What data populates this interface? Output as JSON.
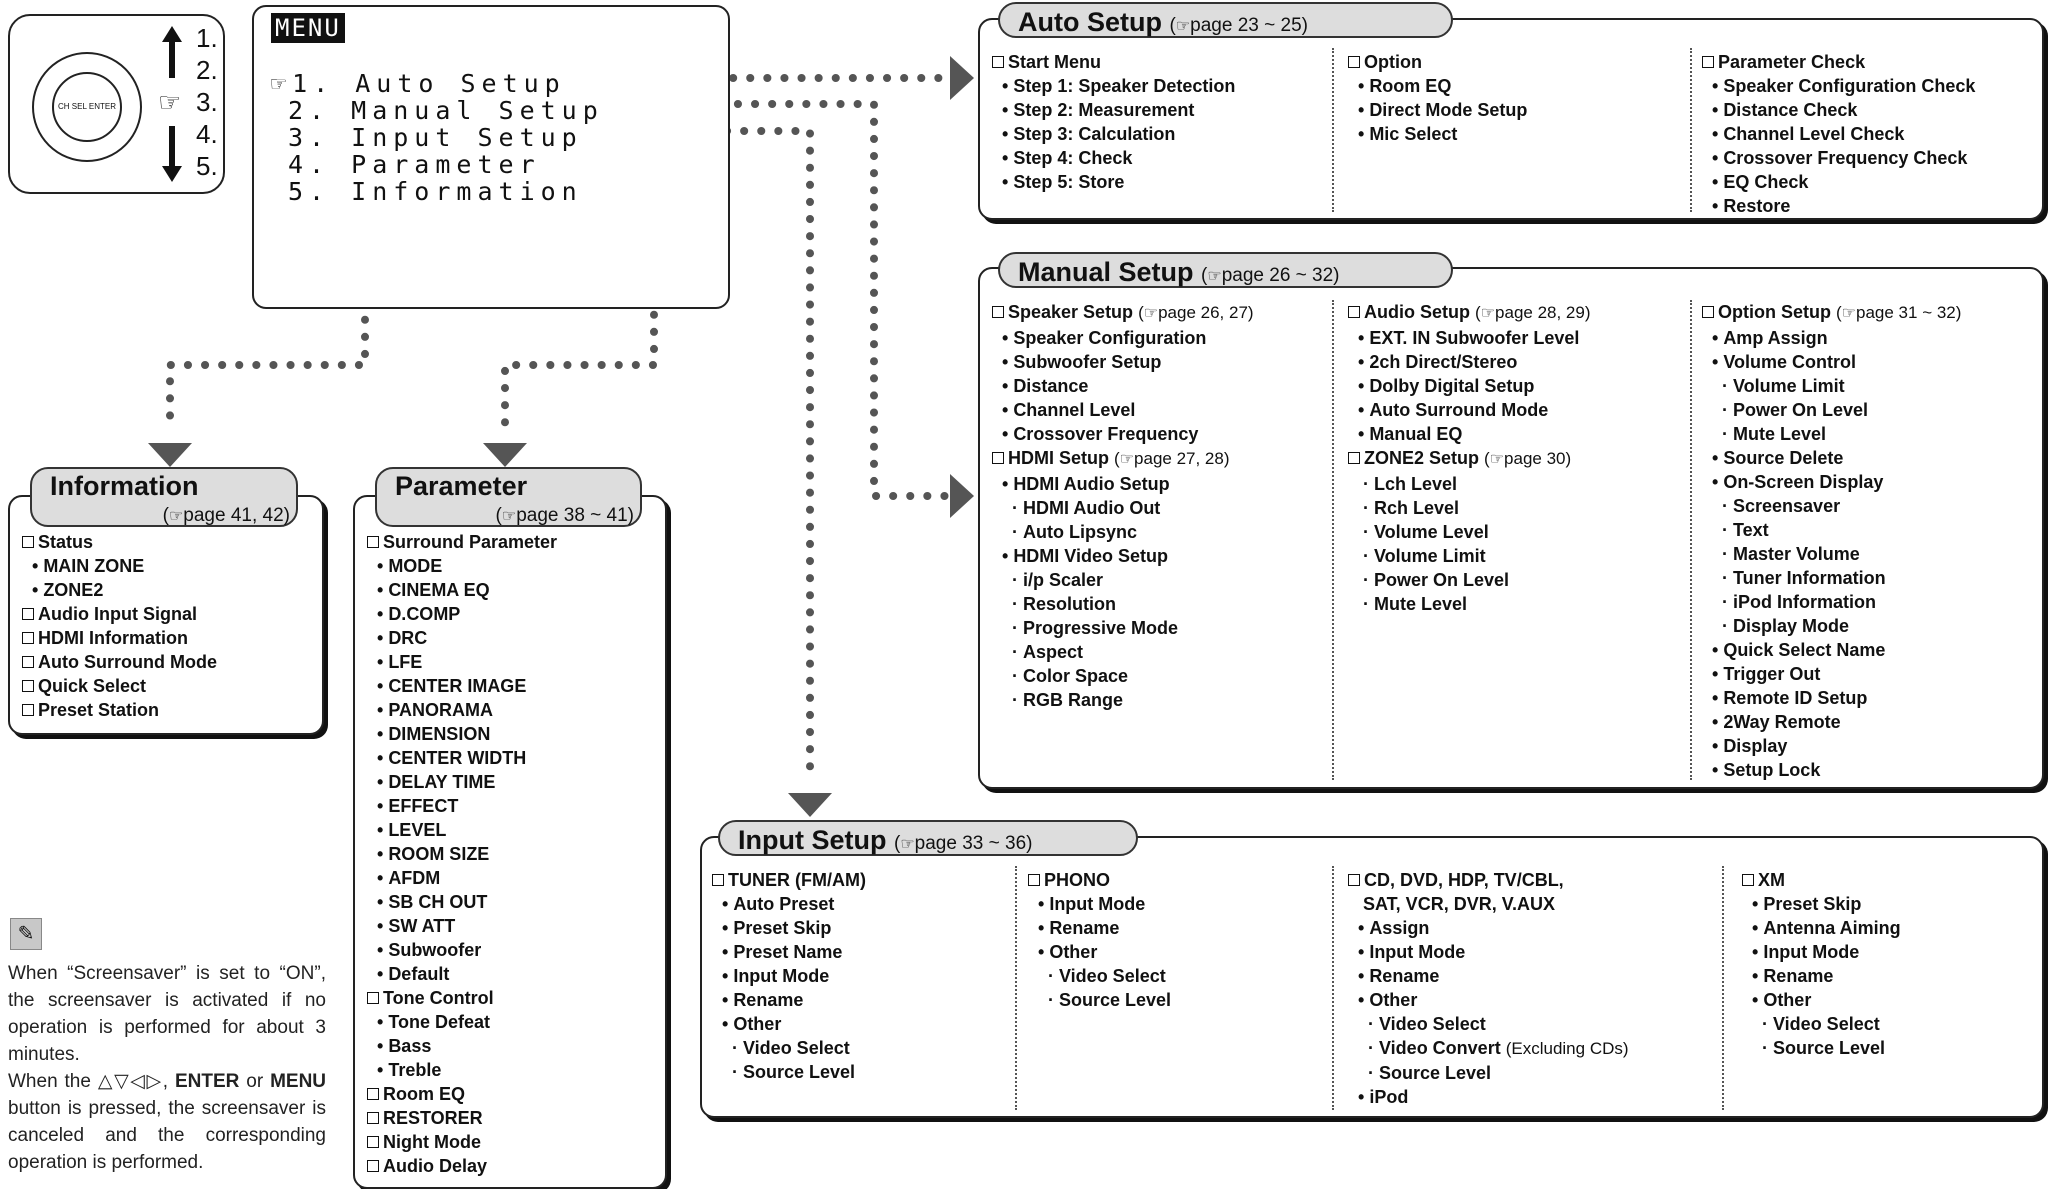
{
  "remote": {
    "dial_label": "CH SEL ENTER",
    "numbers": [
      "1.",
      "2.",
      "3.",
      "4.",
      "5."
    ]
  },
  "menu": {
    "title": "MENU",
    "items": [
      "1. Auto Setup",
      "2. Manual Setup",
      "3. Input Setup",
      "4. Parameter",
      "5. Information"
    ]
  },
  "auto_setup": {
    "title": "Auto Setup",
    "page": "page 23 ~ 25",
    "col1": {
      "header": "Start Menu",
      "items": [
        "Step 1: Speaker Detection",
        "Step 2: Measurement",
        "Step 3: Calculation",
        "Step 4: Check",
        "Step 5: Store"
      ]
    },
    "col2": {
      "header": "Option",
      "items": [
        "Room EQ",
        "Direct Mode Setup",
        "Mic Select"
      ]
    },
    "col3": {
      "header": "Parameter Check",
      "items": [
        "Speaker Configuration Check",
        "Distance Check",
        "Channel Level Check",
        "Crossover Frequency Check",
        "EQ Check",
        "Restore"
      ]
    }
  },
  "manual_setup": {
    "title": "Manual Setup",
    "page": "page 26 ~ 32",
    "speaker": {
      "header": "Speaker Setup",
      "page": "page 26, 27",
      "items": [
        "Speaker Configuration",
        "Subwoofer Setup",
        "Distance",
        "Channel Level",
        "Crossover Frequency"
      ]
    },
    "hdmi": {
      "header": "HDMI Setup",
      "page": "page 27, 28",
      "audio": "HDMI Audio Setup",
      "audio_items": [
        "HDMI Audio Out",
        "Auto Lipsync"
      ],
      "video": "HDMI Video Setup",
      "video_items": [
        "i/p Scaler",
        "Resolution",
        "Progressive Mode",
        "Aspect",
        "Color Space",
        "RGB Range"
      ]
    },
    "audio": {
      "header": "Audio Setup",
      "page": "page 28, 29",
      "items": [
        "EXT. IN Subwoofer Level",
        "2ch Direct/Stereo",
        "Dolby Digital Setup",
        "Auto Surround Mode",
        "Manual EQ"
      ]
    },
    "zone2": {
      "header": "ZONE2 Setup",
      "page": "page 30",
      "items": [
        "Lch Level",
        "Rch Level",
        "Volume Level",
        "Volume Limit",
        "Power On Level",
        "Mute Level"
      ]
    },
    "option": {
      "header": "Option Setup",
      "page": "page 31 ~ 32",
      "amp": "Amp Assign",
      "volume": "Volume Control",
      "volume_items": [
        "Volume Limit",
        "Power On Level",
        "Mute Level"
      ],
      "source_delete": "Source Delete",
      "osd": "On-Screen Display",
      "osd_items": [
        "Screensaver",
        "Text",
        "Master Volume",
        "Tuner Information",
        "iPod Information",
        "Display Mode"
      ],
      "rest": [
        "Quick Select Name",
        "Trigger Out",
        "Remote ID Setup",
        "2Way Remote",
        "Display",
        "Setup Lock"
      ]
    }
  },
  "input_setup": {
    "title": "Input Setup",
    "page": "page 33 ~ 36",
    "tuner": {
      "header": "TUNER (FM/AM)",
      "items": [
        "Auto Preset",
        "Preset Skip",
        "Preset Name",
        "Input Mode",
        "Rename",
        "Other"
      ],
      "sub": [
        "Video Select",
        "Source Level"
      ]
    },
    "phono": {
      "header": "PHONO",
      "items": [
        "Input Mode",
        "Rename",
        "Other"
      ],
      "sub": [
        "Video Select",
        "Source Level"
      ]
    },
    "cd": {
      "header1": "CD, DVD, HDP, TV/CBL,",
      "header2": "SAT, VCR, DVR, V.AUX",
      "items": [
        "Assign",
        "Input Mode",
        "Rename",
        "Other"
      ],
      "sub": [
        "Video Select",
        "Video Convert",
        "Source Level"
      ],
      "note": "(Excluding CDs)",
      "last": "iPod"
    },
    "xm": {
      "header": "XM",
      "items": [
        "Preset Skip",
        "Antenna Aiming",
        "Input Mode",
        "Rename",
        "Other"
      ],
      "sub": [
        "Video Select",
        "Source Level"
      ]
    }
  },
  "information": {
    "title": "Information",
    "page": "page 41, 42",
    "status": "Status",
    "status_items": [
      "MAIN ZONE",
      "ZONE2"
    ],
    "others": [
      "Audio Input Signal",
      "HDMI Information",
      "Auto Surround Mode",
      "Quick Select",
      "Preset Station"
    ]
  },
  "parameter": {
    "title": "Parameter",
    "page": "page 38 ~ 41",
    "surround": "Surround Parameter",
    "surround_items": [
      "MODE",
      "CINEMA EQ",
      "D.COMP",
      "DRC",
      "LFE",
      "CENTER IMAGE",
      "PANORAMA",
      "DIMENSION",
      "CENTER WIDTH",
      "DELAY TIME",
      "EFFECT",
      "LEVEL",
      "ROOM SIZE",
      "AFDM",
      "SB CH OUT",
      "SW ATT",
      "Subwoofer",
      "Default"
    ],
    "tone": "Tone Control",
    "tone_items": [
      "Tone Defeat",
      "Bass",
      "Treble"
    ],
    "others": [
      "Room EQ",
      "RESTORER",
      "Night Mode",
      "Audio Delay"
    ]
  },
  "note": {
    "p1": "When “Screensaver” is set to “ON”, the screensaver is activated if no operation is performed for about 3 minutes.",
    "p2a": "When the △▽◁▷,",
    "enter": "ENTER",
    "or": "or",
    "menu": "MENU",
    "p2b": "button is pressed, the screensaver is canceled and the corresponding operation is performed."
  },
  "colors": {
    "tab_fill": "#dddddd",
    "arrow": "#555555",
    "dots": "#555555"
  }
}
